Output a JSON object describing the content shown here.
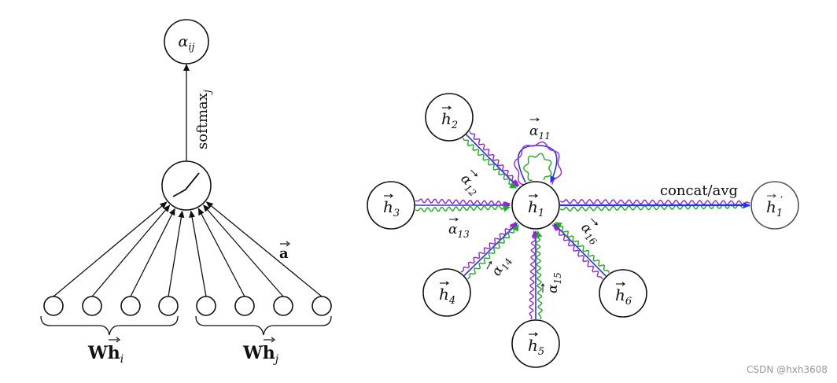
{
  "colors": {
    "ink": "#111111",
    "blue": "#2233ee",
    "purple": "#9922dd",
    "green": "#22aa22",
    "output": "#555555"
  },
  "left": {
    "alpha_node": {
      "label_main": "α",
      "label_sub": "ij"
    },
    "softmax": {
      "label_main": "softmax",
      "label_sub": "j"
    },
    "vector_a": {
      "label": "a"
    },
    "brace_i": {
      "label_main": "Wh",
      "label_sub": "i"
    },
    "brace_j": {
      "label_main": "Wh",
      "label_sub": "j"
    },
    "input_circle_count": 8
  },
  "right": {
    "center": {
      "label_main": "h",
      "label_sub": "1"
    },
    "neighbors": [
      {
        "key": "h2",
        "label_main": "h",
        "label_sub": "2",
        "alpha_main": "α",
        "alpha_sub": "12"
      },
      {
        "key": "h3",
        "label_main": "h",
        "label_sub": "3",
        "alpha_main": "α",
        "alpha_sub": "13"
      },
      {
        "key": "h4",
        "label_main": "h",
        "label_sub": "4",
        "alpha_main": "α",
        "alpha_sub": "14"
      },
      {
        "key": "h5",
        "label_main": "h",
        "label_sub": "5",
        "alpha_main": "α",
        "alpha_sub": "15"
      },
      {
        "key": "h6",
        "label_main": "h",
        "label_sub": "6",
        "alpha_main": "α",
        "alpha_sub": "16"
      }
    ],
    "self_loop": {
      "alpha_main": "α",
      "alpha_sub": "11"
    },
    "concat_label": "concat/avg",
    "output": {
      "label_main": "h",
      "label_sub": "1",
      "prime": "′"
    }
  },
  "watermark": "CSDN @hxh3608"
}
